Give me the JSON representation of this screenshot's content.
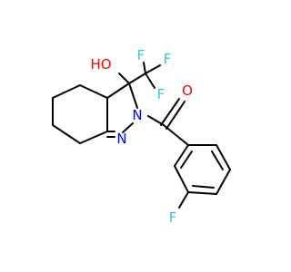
{
  "molecule": {
    "atoms": {
      "hydroxyl": {
        "text": "HO",
        "color": "#ff0000"
      },
      "fluorine_top": {
        "text": "F",
        "color": "#33cccc"
      },
      "fluorine_left": {
        "text": "F",
        "color": "#33cccc"
      },
      "fluorine_right": {
        "text": "F",
        "color": "#33cccc"
      },
      "ring_nitrogen": {
        "text": "N",
        "color": "#0000ff"
      },
      "imine_nitrogen": {
        "text": "N",
        "color": "#0000ff"
      },
      "carbonyl_oxygen": {
        "text": "O",
        "color": "#ff0000"
      },
      "aryl_fluorine": {
        "text": "F",
        "color": "#33cccc"
      }
    },
    "colors": {
      "bond": "#000000",
      "oxygen": "#ff0000",
      "nitrogen": "#0000ff",
      "fluorine": "#33cccc"
    }
  }
}
